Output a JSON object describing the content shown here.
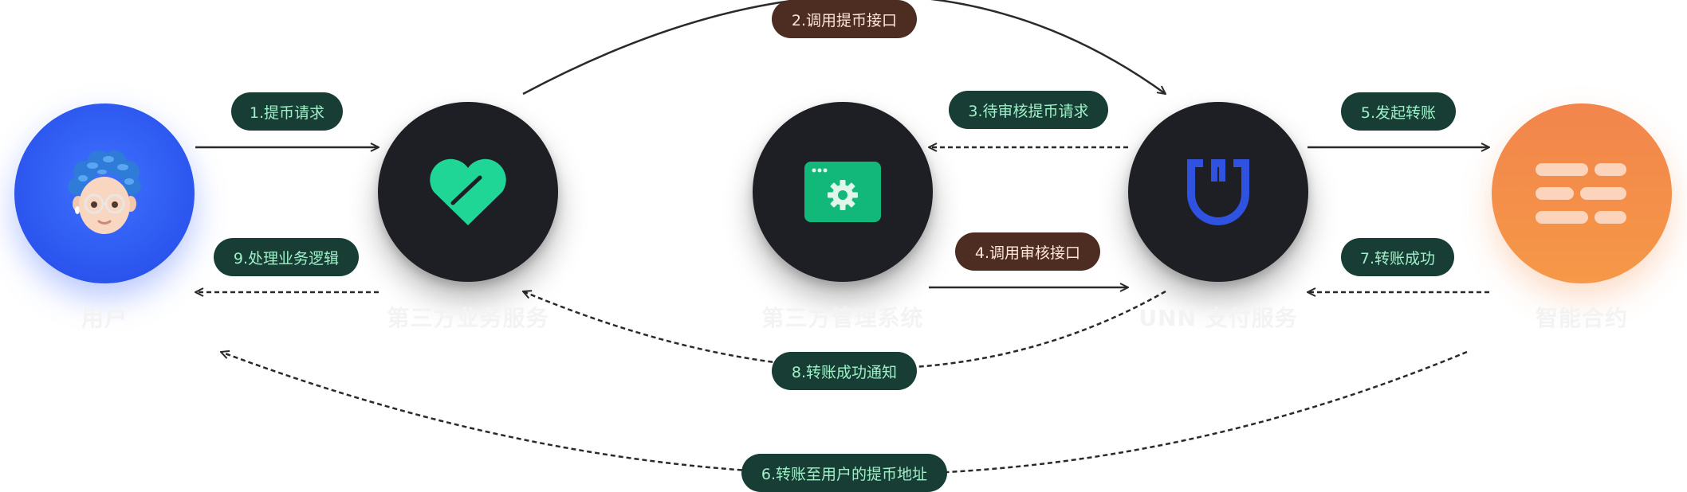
{
  "nodes": [
    {
      "id": "user",
      "label": "用户"
    },
    {
      "id": "third-party-business",
      "label": "第三方业务服务"
    },
    {
      "id": "third-party-admin",
      "label": "第三方管理系统"
    },
    {
      "id": "unn-pay",
      "label": "UNN 支付服务"
    },
    {
      "id": "smart-contract",
      "label": "智能合约"
    }
  ],
  "steps": {
    "s1": "1.提币请求",
    "s2": "2.调用提币接口",
    "s3": "3.待审核提币请求",
    "s4": "4.调用审核接口",
    "s5": "5.发起转账",
    "s6": "6.转账至用户的提币地址",
    "s7": "7.转账成功",
    "s8": "8.转账成功通知",
    "s9": "9.处理业务逻辑"
  },
  "colors": {
    "green_pill": "#173d34",
    "green_text": "#9ff0c9",
    "brown_pill": "#4d2c22",
    "node_dark": "#1e1f24",
    "user_blue": "#2b55ee",
    "contract_orange": "#f2854c",
    "accent_green": "#1fd696",
    "unn_blue": "#2f52e0"
  },
  "icons": {
    "user": "memoji-avatar-icon",
    "third-party-business": "green-heart-check-icon",
    "third-party-admin": "settings-window-icon",
    "unn-pay": "unn-logo-icon",
    "smart-contract": "contract-lines-icon"
  }
}
